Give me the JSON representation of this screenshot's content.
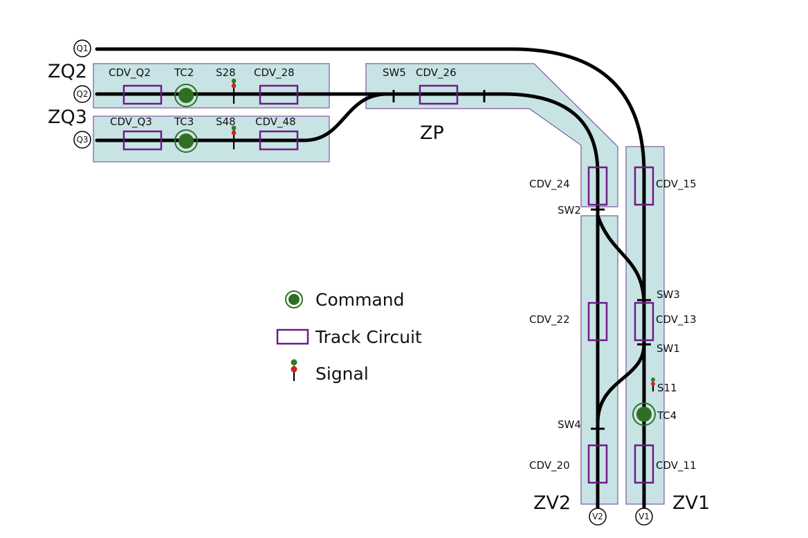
{
  "zones": {
    "zq2": "ZQ2",
    "zq3": "ZQ3",
    "zp": "ZP",
    "zv2": "ZV2",
    "zv1": "ZV1"
  },
  "terminals": {
    "q1": "Q1",
    "q2": "Q2",
    "q3": "Q3",
    "v1": "V1",
    "v2": "V2"
  },
  "track_circuits": {
    "cdv_q2": "CDV_Q2",
    "cdv_28": "CDV_28",
    "cdv_q3": "CDV_Q3",
    "cdv_48": "CDV_48",
    "cdv_26": "CDV_26",
    "cdv_24": "CDV_24",
    "cdv_15": "CDV_15",
    "cdv_22": "CDV_22",
    "cdv_13": "CDV_13",
    "cdv_20": "CDV_20",
    "cdv_11": "CDV_11"
  },
  "commands": {
    "tc2": "TC2",
    "tc3": "TC3",
    "tc4": "TC4"
  },
  "signals": {
    "s28": "S28",
    "s48": "S48",
    "s11": "S11"
  },
  "switches": {
    "sw1": "SW1",
    "sw2": "SW2",
    "sw3": "SW3",
    "sw4": "SW4",
    "sw5": "SW5"
  },
  "legend": {
    "command": "Command",
    "track_circuit": "Track Circuit",
    "signal": "Signal"
  },
  "colors": {
    "zone_fill": "#c8e3e4",
    "zone_border": "#7b5aa0",
    "track_circuit": "#6d1a88",
    "command": "#2f6f22",
    "signal_green": "#2f7a22",
    "signal_red": "#d42020",
    "track": "#000000"
  }
}
